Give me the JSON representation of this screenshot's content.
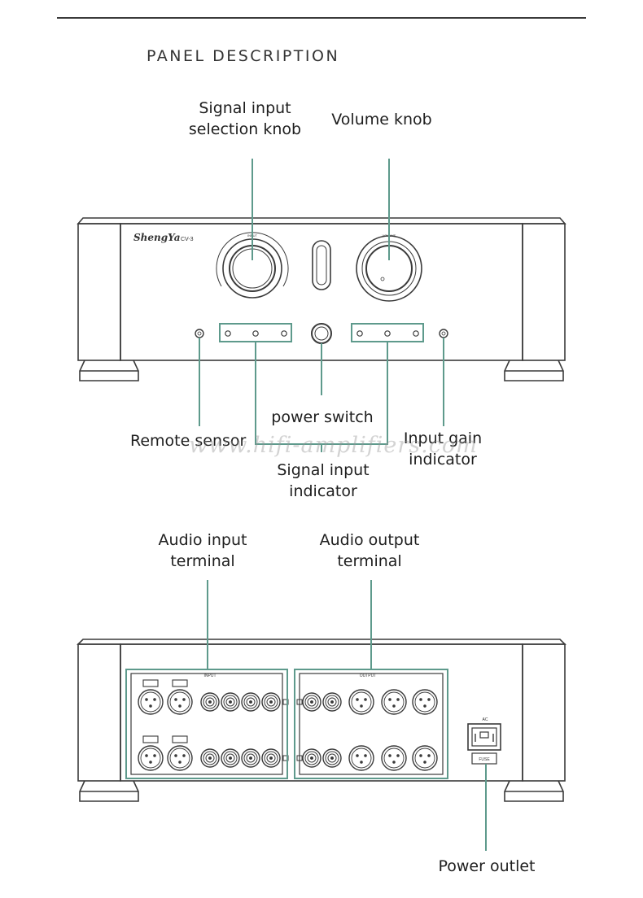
{
  "heading": "PANEL DESCRIPTION",
  "watermark": "www.hifi-amplifiers.com",
  "front": {
    "brand": "ShengYa",
    "model": "CV-3",
    "input_knob_text": "INPUT",
    "volume_knob_text": "VOLUME"
  },
  "rear": {
    "input_tag": "INPUT",
    "output_tag": "OUTPUT",
    "ac_text": "AC",
    "fuse_text": "FUSE"
  },
  "labels": {
    "signal_input_selection_knob": [
      "Signal input",
      "selection knob"
    ],
    "volume_knob": "Volume knob",
    "power_switch": "power switch",
    "remote_sensor": "Remote sensor",
    "input_gain_indicator": [
      "Input gain",
      "indicator"
    ],
    "signal_input_indicator": [
      "Signal input",
      "indicator"
    ],
    "audio_input_terminal": [
      "Audio input",
      "terminal"
    ],
    "audio_output_terminal": [
      "Audio output",
      "terminal"
    ],
    "power_outlet": "Power outlet"
  },
  "colors": {
    "leader_line": "#5e9a8c",
    "outline": "#3a3a3a"
  }
}
